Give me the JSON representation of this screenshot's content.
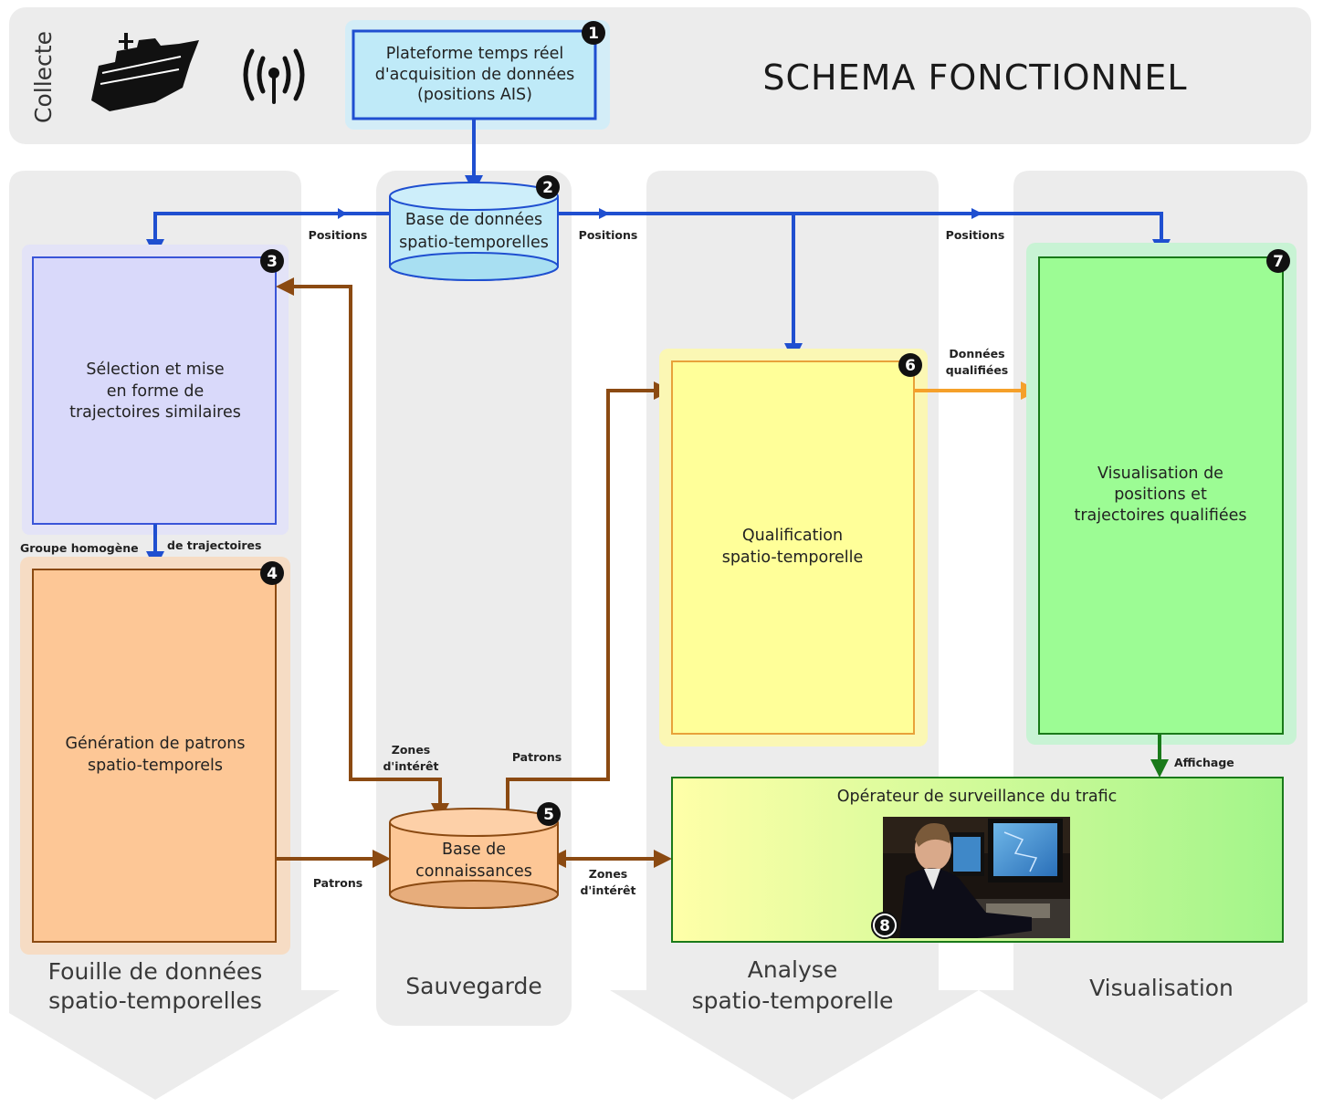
{
  "header": {
    "section_label": "Collecte",
    "title": "SCHEMA FONCTIONNEL",
    "ship_icon": "ship-icon",
    "antenna_icon": "antenna-icon",
    "platform_box": {
      "line1": "Plateforme temps réel",
      "line2": "d'acquisition de données",
      "line3": "(positions AIS)",
      "badge": "1"
    }
  },
  "lanes": {
    "fouille": {
      "line1": "Fouille de données",
      "line2": "spatio-temporelles"
    },
    "sauvegarde": {
      "line1": "Sauvegarde"
    },
    "analyse": {
      "line1": "Analyse",
      "line2": "spatio-temporelle"
    },
    "visualisation": {
      "line1": "Visualisation"
    }
  },
  "nodes": {
    "db_spatio": {
      "line1": "Base de données",
      "line2": "spatio-temporelles",
      "badge": "2"
    },
    "selection": {
      "line1": "Sélection et mise",
      "line2": "en forme de",
      "line3": "trajectoires similaires",
      "badge": "3"
    },
    "generation": {
      "line1": "Génération de patrons",
      "line2": "spatio-temporels",
      "badge": "4"
    },
    "knowledge": {
      "line1": "Base de",
      "line2": "connaissances",
      "badge": "5"
    },
    "qualification": {
      "line1": "Qualification",
      "line2": "spatio-temporelle",
      "badge": "6"
    },
    "visualisation_box": {
      "line1": "Visualisation de",
      "line2": "positions et",
      "line3": "trajectoires qualifiées",
      "badge": "7"
    },
    "operator": {
      "title": "Opérateur de surveillance du trafic",
      "badge": "8",
      "photo_icon": "operator-photo"
    }
  },
  "edge_labels": {
    "positions_left": "Positions",
    "positions_mid": "Positions",
    "positions_right": "Positions",
    "groupe_left": "Groupe homogène",
    "groupe_right": "de trajectoires",
    "zones_top_1": "Zones",
    "zones_top_2": "d'intérêt",
    "patrons_top": "Patrons",
    "patrons_bottom": "Patrons",
    "zones_bottom_1": "Zones",
    "zones_bottom_2": "d'intérêt",
    "donnees_1": "Données",
    "donnees_2": "qualifiées",
    "affichage": "Affichage"
  },
  "colors": {
    "blue_arrow": "#1f4fd0",
    "brown_arrow": "#8b4a12",
    "orange_arrow": "#f5a02a",
    "green_arrow": "#1a7a1a",
    "lane_gray": "#ececec"
  }
}
